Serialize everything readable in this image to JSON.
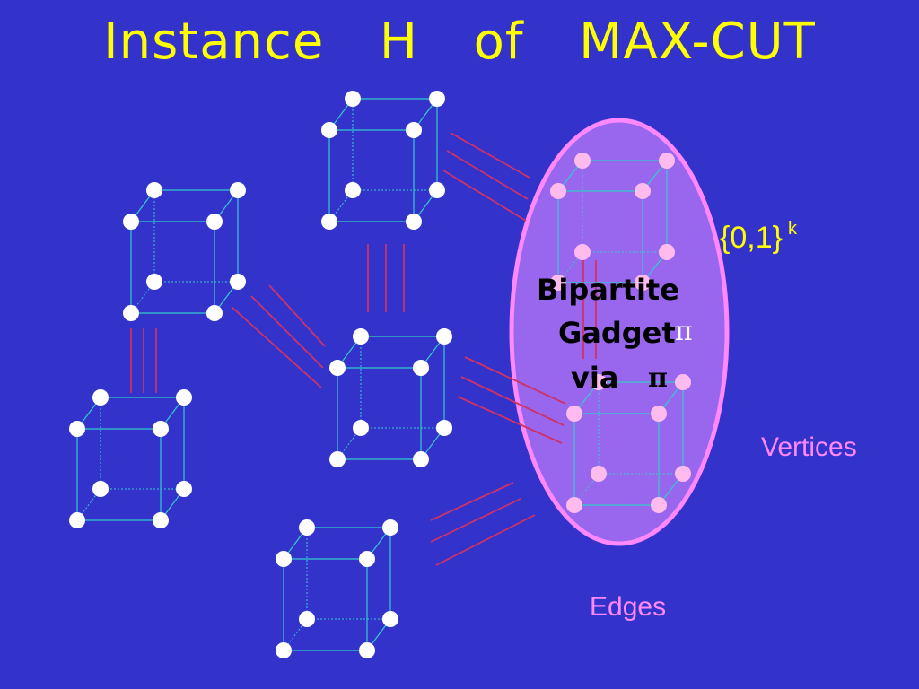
{
  "title": "Instance  H  of  MAX-CUT",
  "gadget": {
    "line1": "Bipartite",
    "line2": "Gadget",
    "line3": "via",
    "pi_symbol": "π"
  },
  "set_label": {
    "base": "{0,1}",
    "exponent": "k"
  },
  "vertices_label": "Vertices",
  "edges_label": "Edges",
  "colors": {
    "background": "#3333cc",
    "title": "#ffff00",
    "cube_edges": "#33cccc",
    "connector_edges": "#cc3366",
    "vertex": "#ffffff",
    "gadget_vertex": "#ffbbee",
    "ellipse_fill": "#9966ee",
    "ellipse_stroke": "#ff88ff",
    "label_pink": "#ff88ff"
  }
}
